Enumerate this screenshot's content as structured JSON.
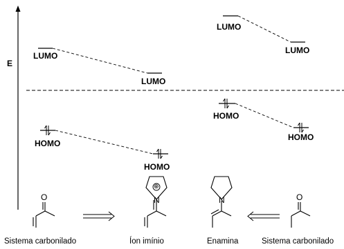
{
  "axis": {
    "label": "E"
  },
  "orbitals": {
    "lumo_left": "LUMO",
    "lumo_left_shifted": "LUMO",
    "lumo_right_high": "LUMO",
    "lumo_right_shifted": "LUMO",
    "homo_left": "HOMO",
    "homo_left_shifted": "HOMO",
    "homo_right": "HOMO",
    "homo_right_shifted": "HOMO"
  },
  "structures": {
    "iminium_charge": "⊕",
    "iminium_n": "N",
    "enamine_n": "N",
    "carbonyl_o_left": "O",
    "carbonyl_o_right": "O"
  },
  "captions": {
    "carbonyl_left": "Sistema carbonilado",
    "iminium": "Íon imínio",
    "enamine": "Enamina",
    "carbonyl_right": "Sistema carbonilado"
  }
}
